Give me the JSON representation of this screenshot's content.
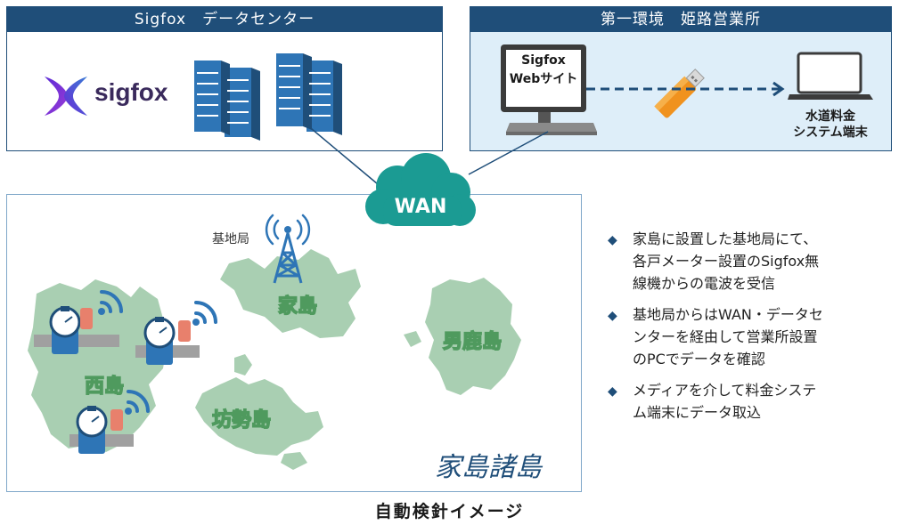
{
  "datacenter": {
    "header": "Sigfox　データセンター",
    "logo_text": "sigfox"
  },
  "office": {
    "header": "第一環境　姫路営業所",
    "website_label_line1": "Sigfox",
    "website_label_line2": "Webサイト",
    "terminal_line1": "水道料金",
    "terminal_line2": "システム端末"
  },
  "network": {
    "wan_label": "WAN"
  },
  "map": {
    "base_station_label": "基地局",
    "islands": {
      "ieshima": "家島",
      "nishijima": "西島",
      "bozejima": "坊勢島",
      "tangashima": "男鹿島"
    },
    "archipelago_label": "家島諸島"
  },
  "bullets": [
    {
      "line1": "家島に設置した基地局にて、",
      "line2": "各戸メーター設置のSigfox無",
      "line3": "線機からの電波を受信"
    },
    {
      "line1": "基地局からはWAN・データセ",
      "line2": "ンターを経由して営業所設置",
      "line3": "のPCでデータを確認"
    },
    {
      "line1": "メディアを介して料金システ",
      "line2": "ム端末にデータ取込",
      "line3": ""
    }
  ],
  "caption": "自動検針イメージ",
  "colors": {
    "header_blue": "#1f4e79",
    "office_bg": "#deeef9",
    "island_green": "#a9cfb2",
    "island_text": "#4f9a5e",
    "wan_teal": "#1b9b93",
    "server_blue": "#2e75b6",
    "signal_blue": "#2e75b6"
  },
  "icons": [
    "sigfox-logo-icon",
    "server-rack-icon",
    "monitor-icon",
    "usb-stick-icon",
    "laptop-icon",
    "cloud-icon",
    "antenna-tower-icon",
    "water-meter-icon",
    "signal-waves-icon"
  ]
}
